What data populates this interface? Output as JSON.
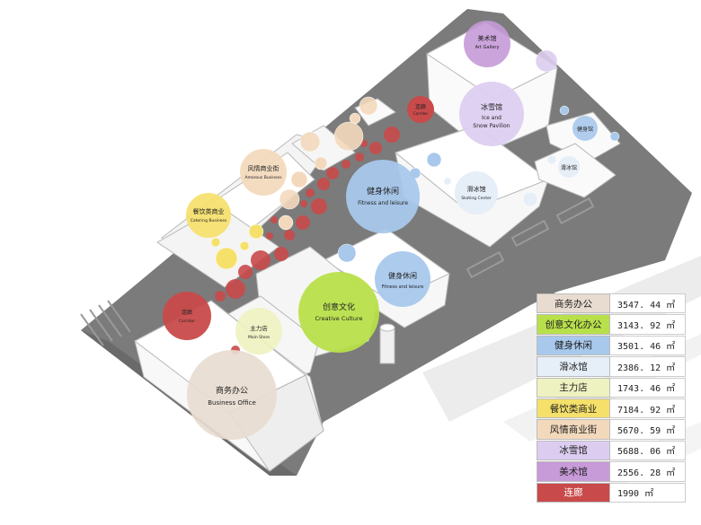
{
  "legend": [
    {
      "name": "商务办公",
      "value": "3547. 44 ㎡",
      "color": "#e8dcd0"
    },
    {
      "name": "创意文化办公",
      "value": "3143. 92 ㎡",
      "color": "#b8e04a"
    },
    {
      "name": "健身休闲",
      "value": "3501. 46 ㎡",
      "color": "#a8c8ec"
    },
    {
      "name": "滑冰馆",
      "value": "2386. 12 ㎡",
      "color": "#e6eef8"
    },
    {
      "name": "主力店",
      "value": "1743. 46 ㎡",
      "color": "#eef2c0"
    },
    {
      "name": "餐饮类商业",
      "value": "7184. 92 ㎡",
      "color": "#f5e06a"
    },
    {
      "name": "风情商业街",
      "value": "5670. 59 ㎡",
      "color": "#f3d9bc"
    },
    {
      "name": "冰雪馆",
      "value": "5688. 06 ㎡",
      "color": "#dccdf0"
    },
    {
      "name": "美术馆",
      "value": "2556. 28 ㎡",
      "color": "#c79ad8"
    },
    {
      "name": "连廊",
      "value": "1990 ㎡",
      "color": "#c94a4a"
    }
  ],
  "bubbles": {
    "gallery": {
      "cn": "美术馆",
      "en": "Art Gallery",
      "color": "#c79ad8"
    },
    "ice": {
      "cn": "冰雪馆",
      "en1": "Ice and",
      "en2": "Snow Pavilion",
      "color": "#dccdf0"
    },
    "corridor_top": {
      "cn": "连廊",
      "en": "Corridor",
      "color": "#c94a4a"
    },
    "fitness_small_right": {
      "cn": "健身馆",
      "color": "#a8c8ec"
    },
    "skating_small": {
      "cn": "滑冰馆",
      "color": "#e6eef8"
    },
    "amorous": {
      "cn": "风情商业街",
      "en": "Amorous Business",
      "color": "#f3d9bc"
    },
    "fitness_big": {
      "cn": "健身休闲",
      "en": "Fitness and leisure",
      "color": "#a8c8ec"
    },
    "skating": {
      "cn": "滑冰馆",
      "en": "Skating Center",
      "color": "#e6eef8"
    },
    "catering": {
      "cn": "餐饮类商业",
      "en": "Catering Business",
      "color": "#f5e06a"
    },
    "fitness_mid": {
      "cn": "健身休闲",
      "en": "Fitness and leisure",
      "color": "#a8c8ec"
    },
    "creative": {
      "cn": "创意文化",
      "en": "Creative Culture",
      "color": "#b8e04a"
    },
    "corridor_left": {
      "cn": "连廊",
      "en": "Corridor",
      "color": "#c94a4a"
    },
    "main_store": {
      "cn": "主力店",
      "en": "Main Store",
      "color": "#eef2c0"
    },
    "business": {
      "cn": "商务办公",
      "en": "Business Office",
      "color": "#e8dcd0"
    }
  }
}
